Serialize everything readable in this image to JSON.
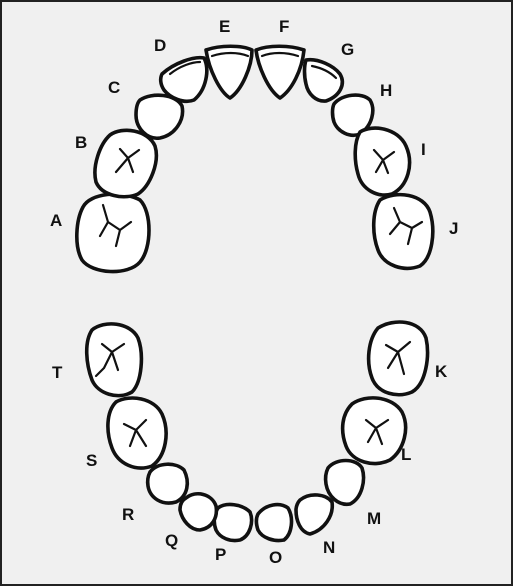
{
  "diagram": {
    "upper_teeth": [
      {
        "label": "A",
        "kind": "molar"
      },
      {
        "label": "B",
        "kind": "molar"
      },
      {
        "label": "C",
        "kind": "canine"
      },
      {
        "label": "D",
        "kind": "incisor"
      },
      {
        "label": "E",
        "kind": "incisor"
      },
      {
        "label": "F",
        "kind": "incisor"
      },
      {
        "label": "G",
        "kind": "incisor"
      },
      {
        "label": "H",
        "kind": "canine"
      },
      {
        "label": "I",
        "kind": "molar"
      },
      {
        "label": "J",
        "kind": "molar"
      }
    ],
    "lower_teeth": [
      {
        "label": "K",
        "kind": "molar"
      },
      {
        "label": "L",
        "kind": "molar"
      },
      {
        "label": "M",
        "kind": "canine"
      },
      {
        "label": "N",
        "kind": "incisor"
      },
      {
        "label": "O",
        "kind": "incisor"
      },
      {
        "label": "P",
        "kind": "incisor"
      },
      {
        "label": "Q",
        "kind": "incisor"
      },
      {
        "label": "R",
        "kind": "canine"
      },
      {
        "label": "S",
        "kind": "molar"
      },
      {
        "label": "T",
        "kind": "molar"
      }
    ]
  }
}
